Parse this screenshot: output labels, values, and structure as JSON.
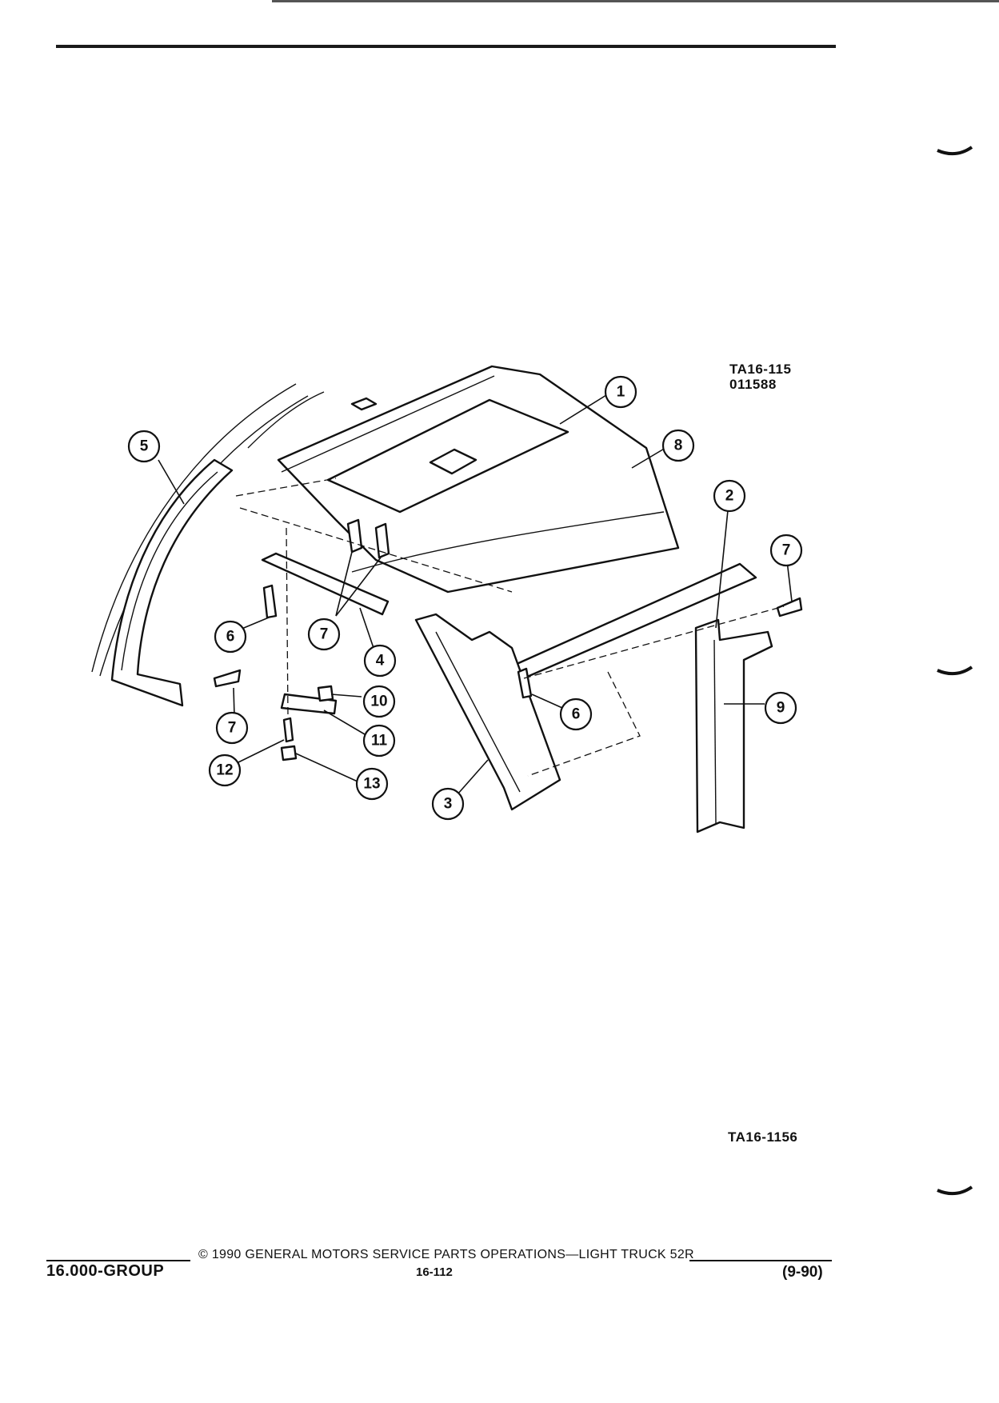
{
  "figure_codes": {
    "upper": "TA16-115",
    "upper_date": "011588",
    "lower": "TA16-1156"
  },
  "callouts": [
    {
      "num": "1",
      "part": "headliner"
    },
    {
      "num": "2",
      "part": "roof-rail-molding"
    },
    {
      "num": "3",
      "part": "windshield-pillar-molding"
    },
    {
      "num": "4",
      "part": "front-header-molding"
    },
    {
      "num": "5",
      "part": "windshield-garnish-molding"
    },
    {
      "num": "6",
      "part": "screw"
    },
    {
      "num": "6",
      "part": "screw"
    },
    {
      "num": "7",
      "part": "retainer"
    },
    {
      "num": "7",
      "part": "retainer"
    },
    {
      "num": "7",
      "part": "retainer"
    },
    {
      "num": "8",
      "part": "headliner-edge"
    },
    {
      "num": "9",
      "part": "lock-pillar-molding"
    },
    {
      "num": "10",
      "part": "nut"
    },
    {
      "num": "11",
      "part": "bracket"
    },
    {
      "num": "12",
      "part": "screw"
    },
    {
      "num": "13",
      "part": "cap"
    }
  ],
  "footer": {
    "group": "16.000-GROUP",
    "copyright": "© 1990 GENERAL MOTORS SERVICE PARTS OPERATIONS—LIGHT TRUCK 52R",
    "page": "16-112",
    "date": "(9-90)"
  }
}
